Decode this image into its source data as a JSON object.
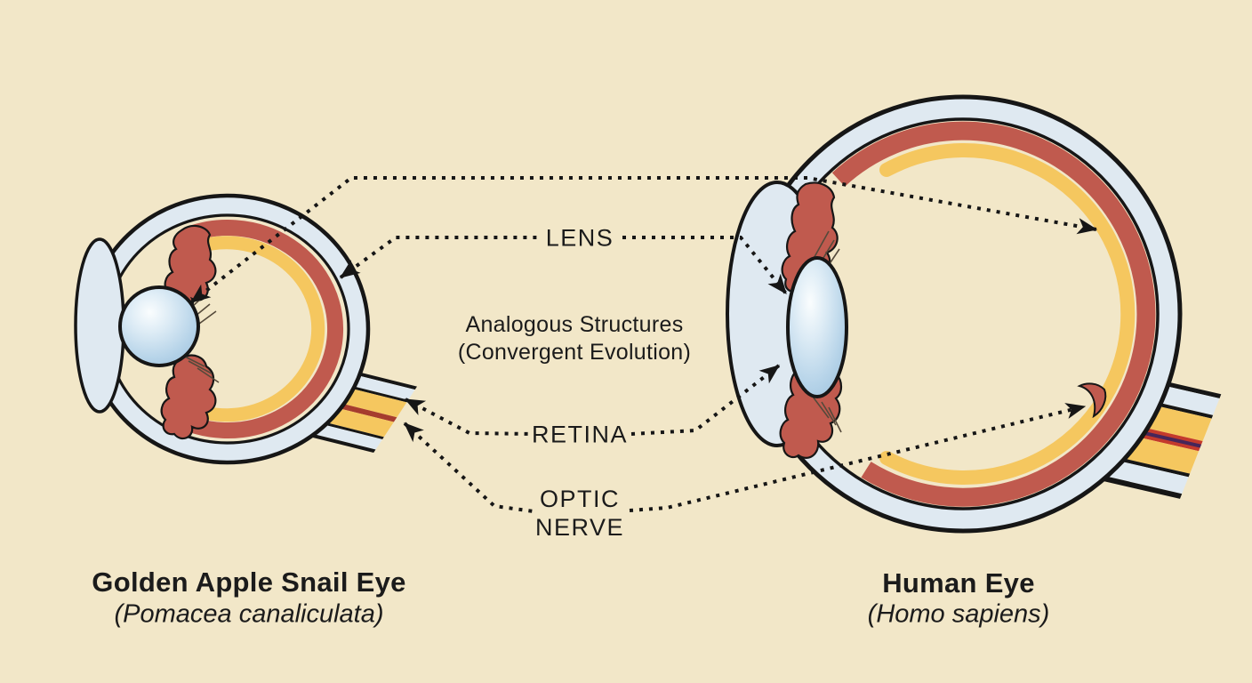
{
  "diagram": {
    "background_color": "#f2e7c8",
    "center_note": "Analogous Structures\n(Convergent Evolution)",
    "labels": {
      "lens": "LENS",
      "retina": "RETINA",
      "optic_nerve": "OPTIC\nNERVE"
    },
    "subjects": [
      {
        "id": "snail",
        "name": "Golden Apple Snail Eye",
        "species": "(Pomacea canaliculata)"
      },
      {
        "id": "human",
        "name": "Human Eye",
        "species": "(Homo sapiens)"
      }
    ],
    "colors": {
      "background": "#f2e7c8",
      "outline": "#161616",
      "sclera_blue": "#dfe9f1",
      "choroid_red": "#c05a4e",
      "retina_yellow": "#f5c75f",
      "lens_blue": "#aecfe6",
      "nerve_stripe_red": "#a63c2e",
      "nerve_core_purple": "#46265a",
      "annotation_black": "#161616",
      "text": "#1b1b1b"
    }
  }
}
